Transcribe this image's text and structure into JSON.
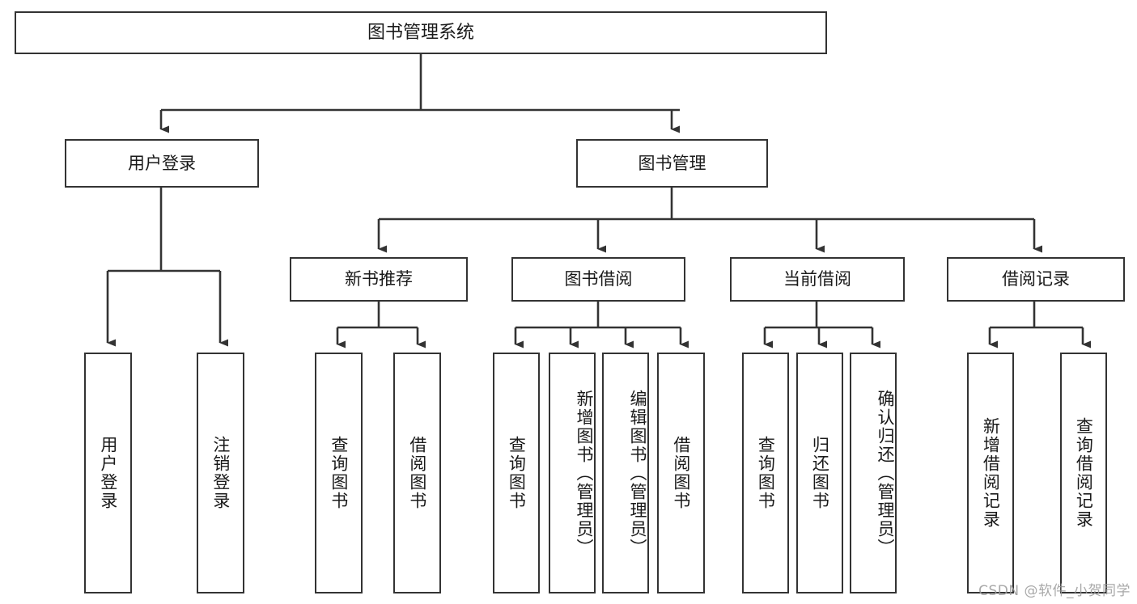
{
  "diagram": {
    "title": "图书管理系统",
    "type": "tree-hierarchy",
    "watermark": "CSDN @软件_小贺同学",
    "colors": {
      "stroke": "#333333",
      "fill": "#ffffff",
      "text": "#1a1a1a",
      "watermark": "#9a9a9a"
    }
  },
  "nodes": {
    "root": {
      "label": "图书管理系统"
    },
    "level1": [
      {
        "label": "用户登录"
      },
      {
        "label": "图书管理"
      }
    ],
    "level2": [
      {
        "label": "新书推荐"
      },
      {
        "label": "图书借阅"
      },
      {
        "label": "当前借阅"
      },
      {
        "label": "借阅记录"
      }
    ],
    "leaves": {
      "user_login": [
        {
          "label": "用户登录"
        },
        {
          "label": "注销登录"
        }
      ],
      "new_book_recommend": [
        {
          "label": "查询图书"
        },
        {
          "label": "借阅图书"
        }
      ],
      "book_borrow": [
        {
          "label": "查询图书"
        },
        {
          "label": "新增图书（管理员）"
        },
        {
          "label": "编辑图书（管理员）"
        },
        {
          "label": "借阅图书"
        }
      ],
      "current_borrow": [
        {
          "label": "查询图书"
        },
        {
          "label": "归还图书"
        },
        {
          "label": "确认归还（管理员）"
        }
      ],
      "borrow_record": [
        {
          "label": "新增借阅记录"
        },
        {
          "label": "查询借阅记录"
        }
      ]
    }
  }
}
